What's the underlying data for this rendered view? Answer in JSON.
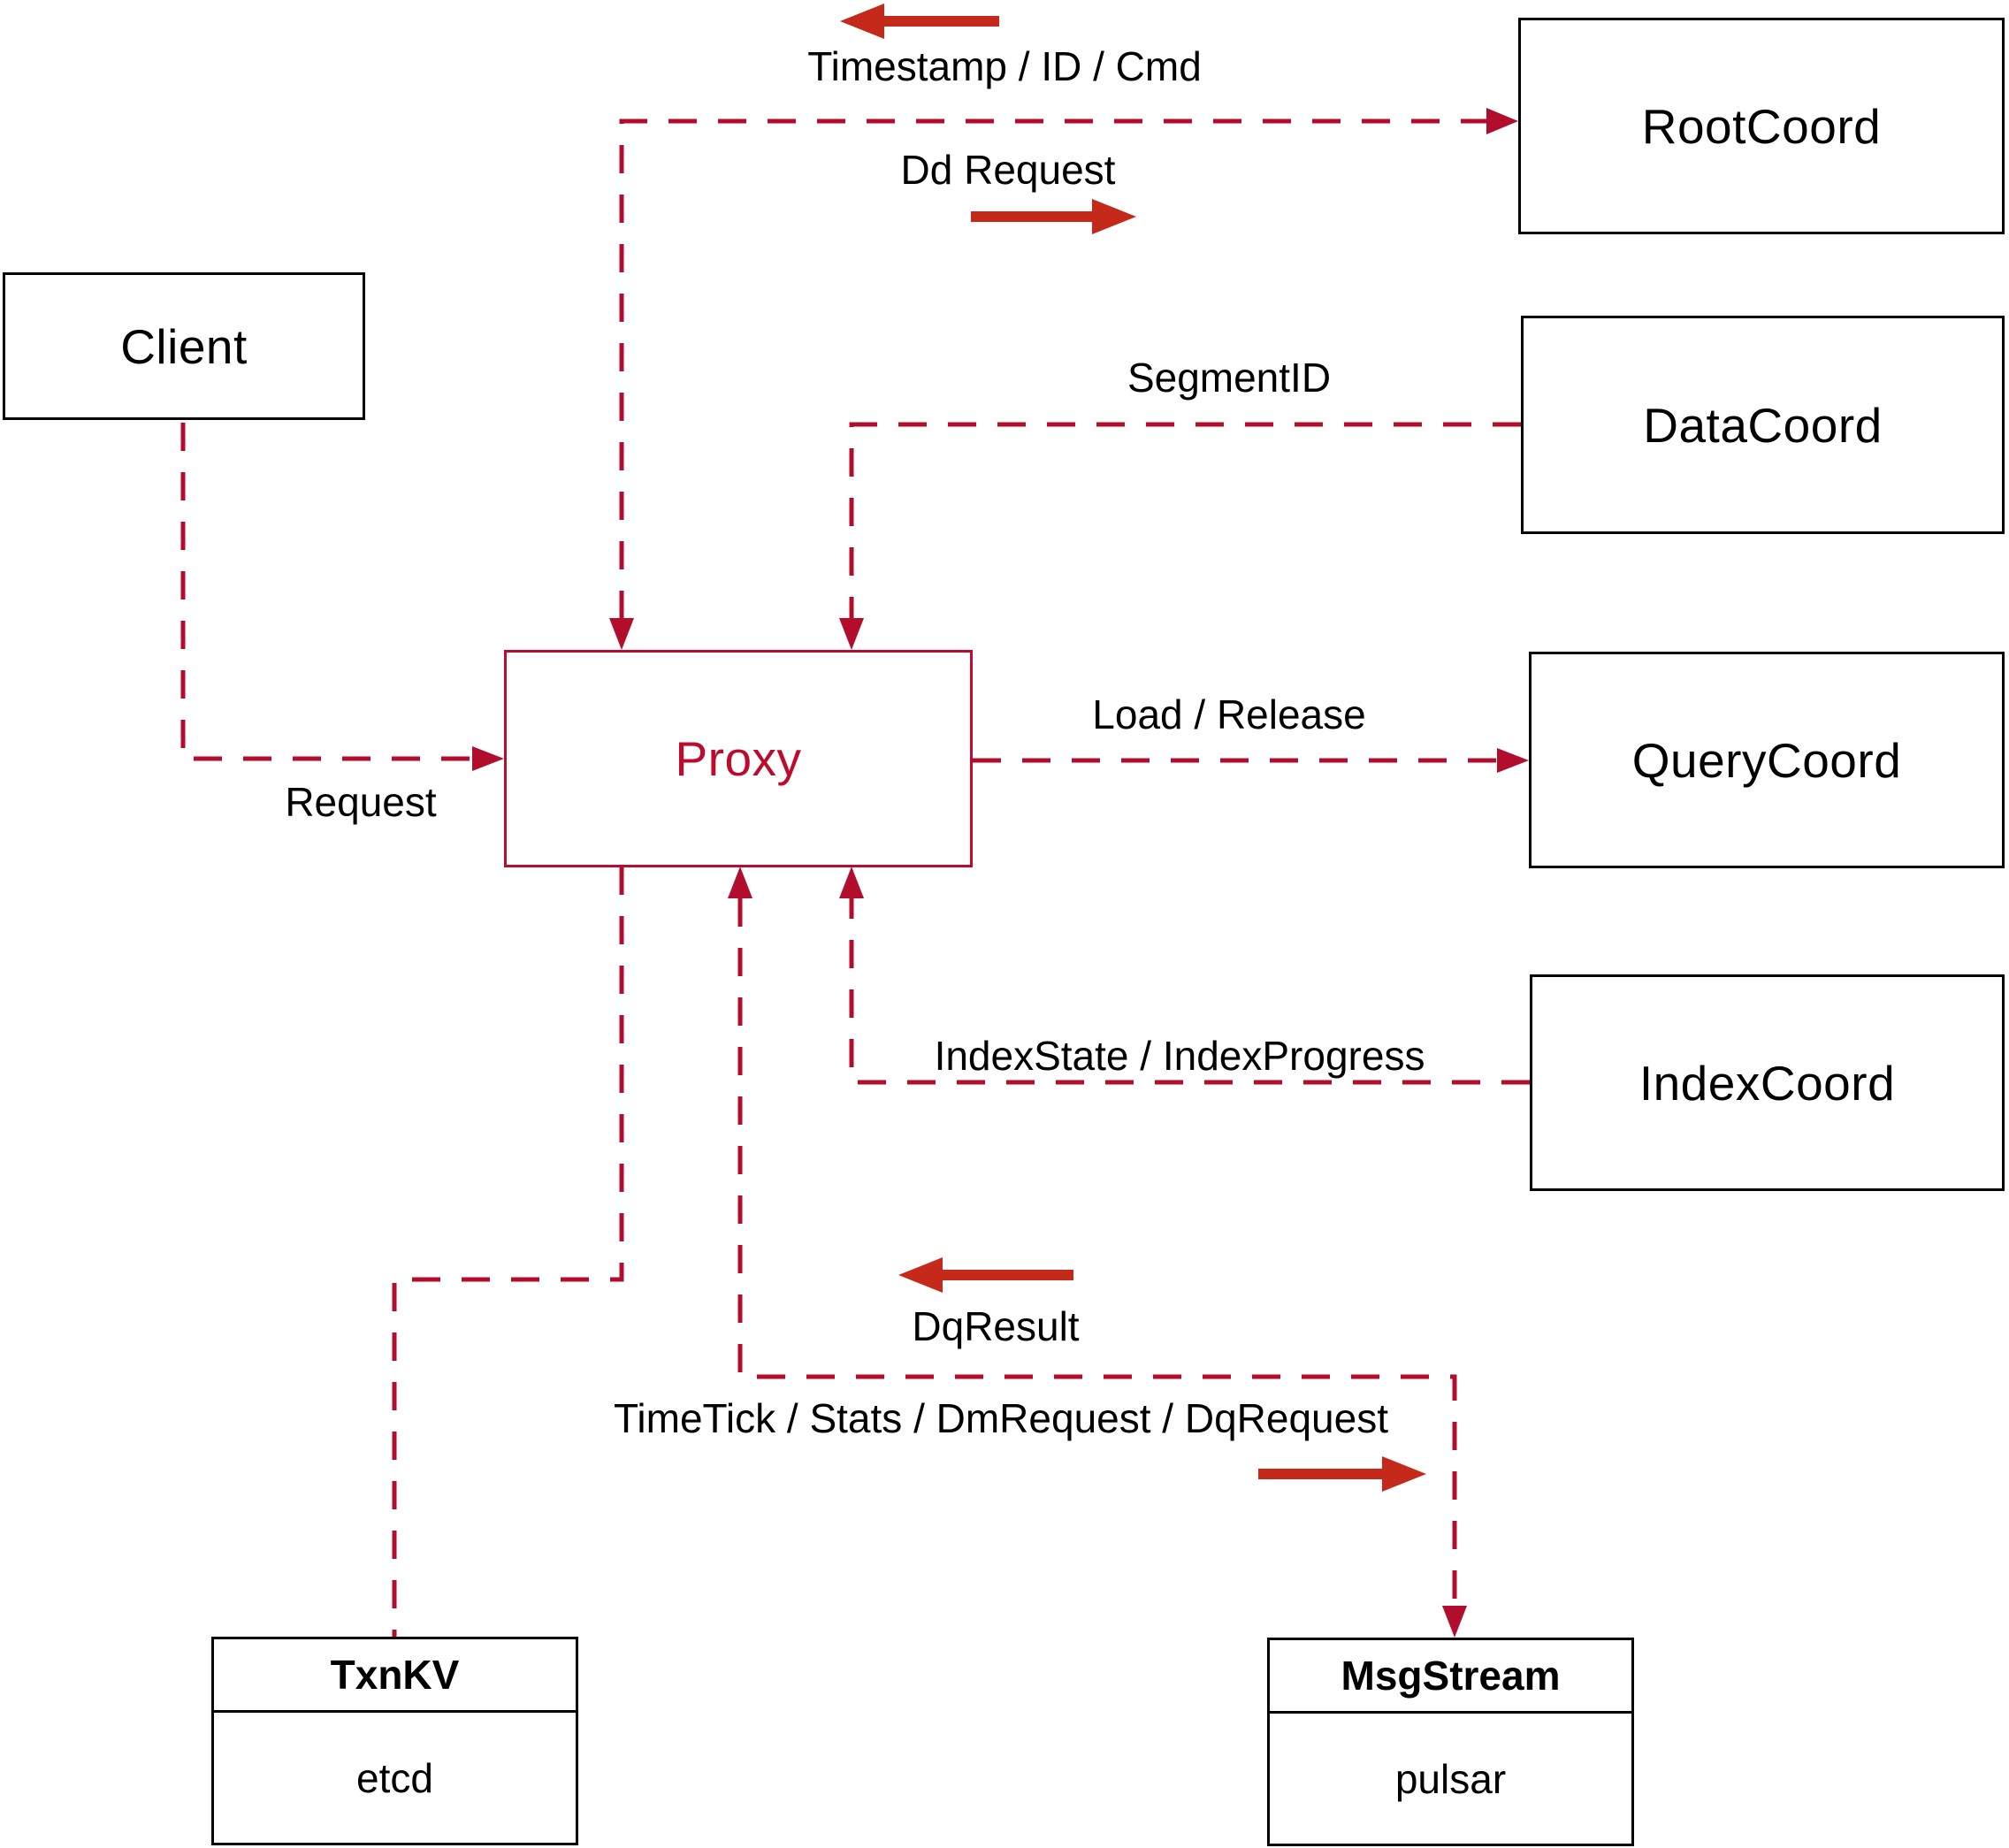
{
  "nodes": {
    "client": {
      "label": "Client"
    },
    "root_coord": {
      "label": "RootCoord"
    },
    "data_coord": {
      "label": "DataCoord"
    },
    "query_coord": {
      "label": "QueryCoord"
    },
    "index_coord": {
      "label": "IndexCoord"
    },
    "proxy": {
      "label": "Proxy"
    },
    "txn_kv": {
      "title": "TxnKV",
      "impl": "etcd"
    },
    "msg_stream": {
      "title": "MsgStream",
      "impl": "pulsar"
    }
  },
  "edge_labels": {
    "timestamp_id_cmd": "Timestamp / ID / Cmd",
    "dd_request": "Dd Request",
    "segment_id": "SegmentID",
    "request": "Request",
    "load_release": "Load / Release",
    "index_state": "IndexState / IndexProgress",
    "dq_result": "DqResult",
    "timetick": "TimeTick / Stats / DmRequest / DqRequest"
  },
  "colors": {
    "dashed_line": "#b30d2e",
    "solid_arrow": "#c5291a",
    "proxy_accent": "#bd0b2e",
    "box_border": "#000000",
    "text": "#000000",
    "background": "#ffffff"
  }
}
